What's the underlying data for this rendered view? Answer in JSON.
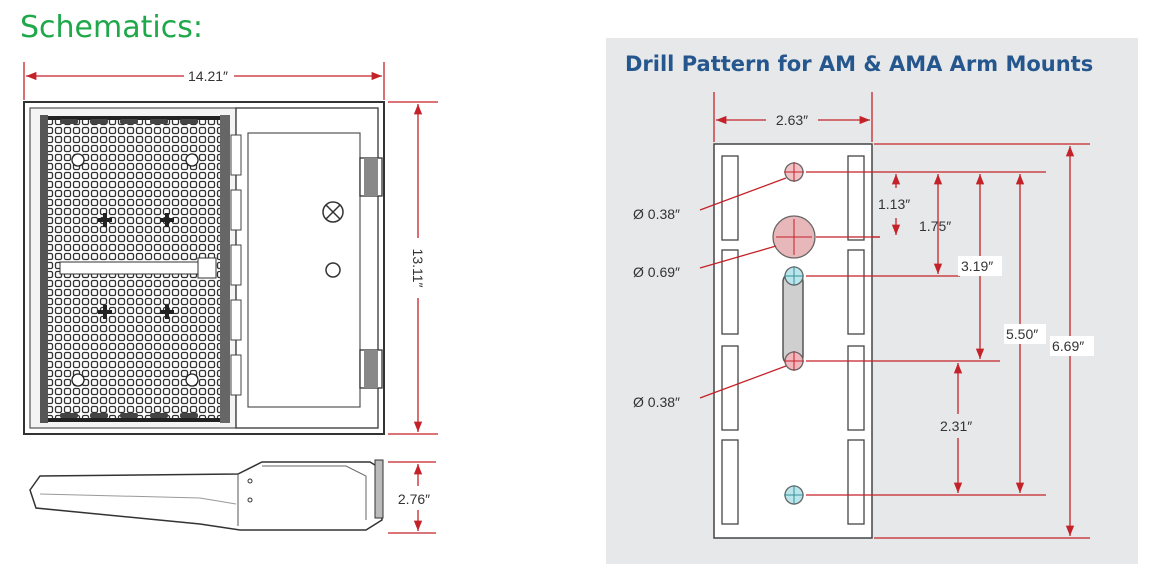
{
  "title": "Schematics:",
  "drill_title": "Drill Pattern for AM & AMA Arm Mounts",
  "dims": {
    "width": "14.21″",
    "height": "13.11″",
    "depth": "2.76″",
    "mount_width": "2.63″",
    "hole_dia_top": "Ø 0.38″",
    "hole_dia_mid": "Ø 0.69″",
    "hole_dia_bot": "Ø 0.38″",
    "d1": "1.13″",
    "d2": "1.75″",
    "d3": "3.19″",
    "d4": "5.50″",
    "d5": "6.69″",
    "d6": "2.31″"
  },
  "colors": {
    "title_green": "#1ea84a",
    "panel_title_blue": "#25578e",
    "dimension_red": "#c42229",
    "panel_gray": "#e7e8ea"
  }
}
